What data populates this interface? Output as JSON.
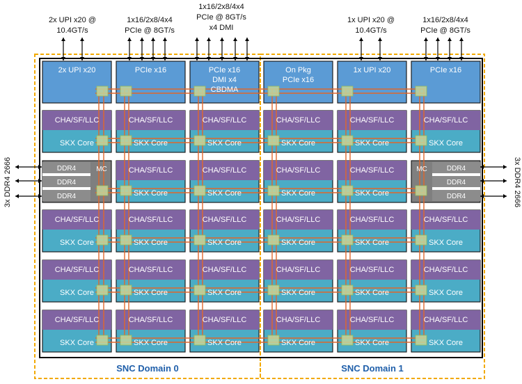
{
  "top_labels": [
    {
      "lines": [
        "2x UPI x20 @",
        "10.4GT/s"
      ]
    },
    {
      "lines": [
        "1x16/2x8/4x4",
        "PCIe @ 8GT/s"
      ]
    },
    {
      "lines": [
        "1x16/2x8/4x4",
        "PCIe @ 8GT/s",
        "x4 DMI"
      ]
    },
    {
      "lines": [
        "1x UPI x20 @",
        "10.4GT/s"
      ]
    },
    {
      "lines": [
        "1x16/2x8/4x4",
        "PCIe @ 8GT/s"
      ]
    }
  ],
  "io_tiles": [
    {
      "lines": [
        "2x UPI x20"
      ]
    },
    {
      "lines": [
        "PCIe x16"
      ]
    },
    {
      "lines": [
        "PCIe x16",
        "DMI x4",
        "CBDMA"
      ]
    },
    {
      "lines": [
        "On Pkg",
        "PCIe x16"
      ]
    },
    {
      "lines": [
        "1x UPI x20"
      ]
    },
    {
      "lines": [
        "PCIe x16"
      ]
    }
  ],
  "core_tile": {
    "top": "CHA/SF/LLC",
    "bottom": "SKX Core"
  },
  "memory_controller": {
    "label": "MC",
    "channels": [
      "DDR4",
      "DDR4",
      "DDR4"
    ]
  },
  "side_label": "3x DDR4 2666",
  "domains": [
    "SNC Domain 0",
    "SNC Domain 1"
  ],
  "colors": {
    "io_blue": "#5b9bd5",
    "cha_purple": "#8064a2",
    "core_teal": "#4bacc6",
    "mc_gray": "#7f7f7f",
    "ring_orange": "#e0672b",
    "stop_green": "#c3d69b",
    "domain_border": "#f2a900",
    "domain_text": "#1f5faa"
  }
}
